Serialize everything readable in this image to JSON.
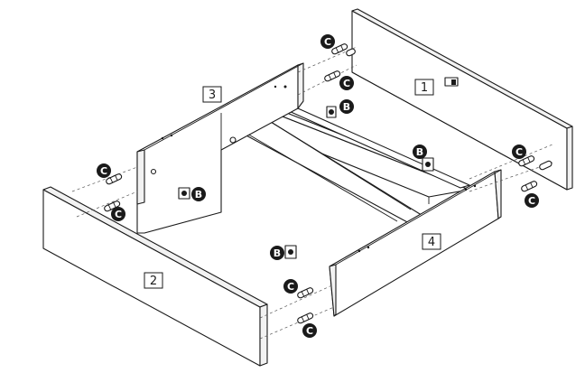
{
  "parts": {
    "part1": "1",
    "part2": "2",
    "part3": "3",
    "part4": "4"
  },
  "hardware": {
    "cam": "B",
    "dowel": "C"
  }
}
